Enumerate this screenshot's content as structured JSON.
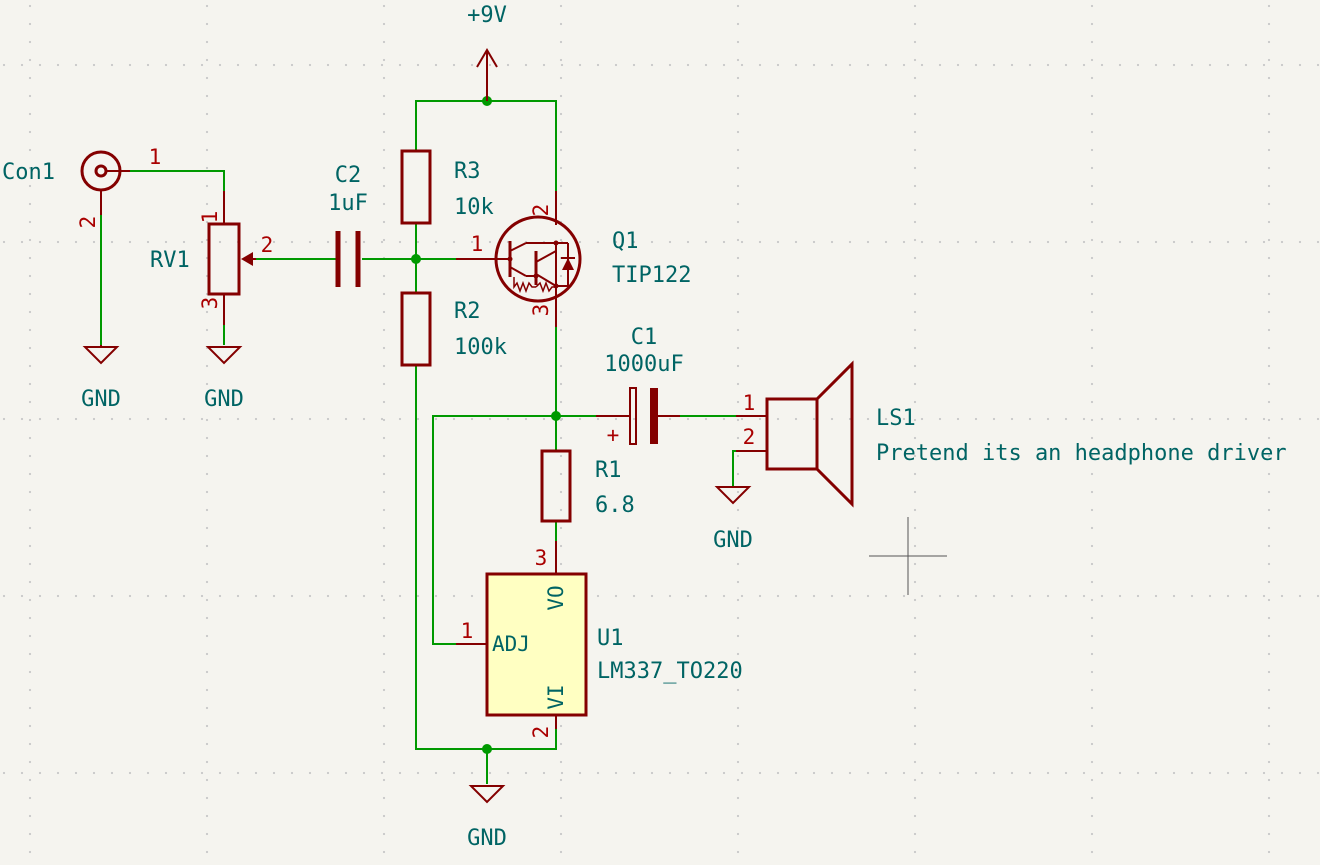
{
  "colors": {
    "background": "#f5f4ef",
    "wire": "#009900",
    "symbol": "#840000",
    "symbol_fill": "#ffffc2",
    "reference_text": "#006464",
    "pin_number_text": "#a90000",
    "grid_dot": "#c8c8c8"
  },
  "power": {
    "vcc_label": "+9V",
    "gnd_label": "GND"
  },
  "components": {
    "con1": {
      "ref": "Con1",
      "pins": [
        "1",
        "2"
      ]
    },
    "rv1": {
      "ref": "RV1",
      "pins": [
        "1",
        "2",
        "3"
      ]
    },
    "c2": {
      "ref": "C2",
      "value": "1uF"
    },
    "r3": {
      "ref": "R3",
      "value": "10k"
    },
    "r2": {
      "ref": "R2",
      "value": "100k"
    },
    "q1": {
      "ref": "Q1",
      "value": "TIP122",
      "pins": [
        "1",
        "2",
        "3"
      ]
    },
    "c1": {
      "ref": "C1",
      "value": "1000uF",
      "polarity": "+"
    },
    "ls1": {
      "ref": "LS1",
      "value": "Pretend its an headphone driver",
      "pins": [
        "1",
        "2"
      ]
    },
    "r1": {
      "ref": "R1",
      "value": "6.8"
    },
    "u1": {
      "ref": "U1",
      "value": "LM337_TO220",
      "pins": [
        "1",
        "2",
        "3"
      ],
      "pin_names": {
        "adj": "ADJ",
        "vo": "VO",
        "vi": "VI"
      }
    }
  }
}
